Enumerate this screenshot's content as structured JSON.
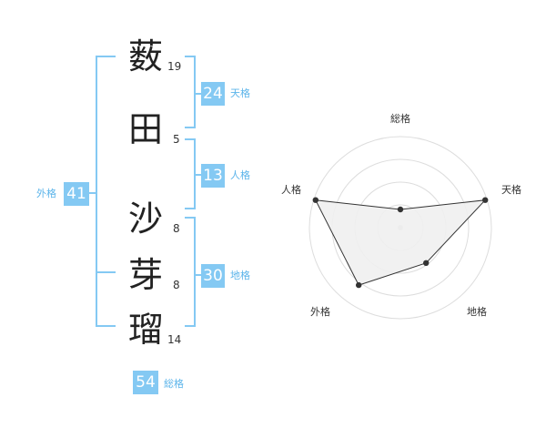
{
  "name": {
    "chars": [
      {
        "char": "薮",
        "strokes": "19"
      },
      {
        "char": "田",
        "strokes": "5"
      },
      {
        "char": "沙",
        "strokes": "8"
      },
      {
        "char": "芽",
        "strokes": "8"
      },
      {
        "char": "瑠",
        "strokes": "14"
      }
    ]
  },
  "scores": {
    "tenkaku": {
      "value": "24",
      "label": "天格"
    },
    "jinkaku": {
      "value": "13",
      "label": "人格"
    },
    "chikaku": {
      "value": "30",
      "label": "地格"
    },
    "gaikaku": {
      "value": "41",
      "label": "外格"
    },
    "soukaku": {
      "value": "54",
      "label": "総格"
    }
  },
  "colors": {
    "accent": "#84c9f3",
    "accent_text": "#5bb4ea",
    "radar_fill": "#f0f0f0",
    "radar_stroke": "#333333",
    "ring": "#dddddd"
  },
  "chart_data": {
    "type": "radar",
    "axes": [
      "総格",
      "天格",
      "地格",
      "外格",
      "人格"
    ],
    "levels": 4,
    "values": [
      0.2,
      0.98,
      0.48,
      0.78,
      0.98
    ]
  }
}
